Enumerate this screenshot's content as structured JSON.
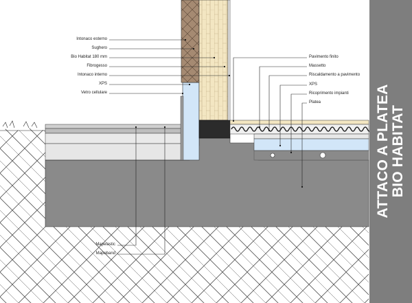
{
  "title": {
    "line1": "ATTACO A PLATEA",
    "line2": "BIO HABITAT"
  },
  "labels_left": [
    "Intonaco esterno",
    "Sughero",
    "Bio Habitat 180 mm",
    "Fibrogesso",
    "Intonaco interno",
    "XPS",
    "Vetro cellulare"
  ],
  "labels_right": [
    "Pavimento finito",
    "Massetto",
    "Riscaldamento a pavimento",
    "XPS",
    "Ricoprimento impianti",
    "Platea"
  ],
  "labels_bottom": [
    "Mapelastic",
    "Mapeband"
  ],
  "colors": {
    "concrete": "#8a8a8a",
    "insulation_xps": "#d2e6f8",
    "wood_fibre": "#f3e6c2",
    "cork": "#a58a72",
    "band": "#7e7e7e"
  }
}
